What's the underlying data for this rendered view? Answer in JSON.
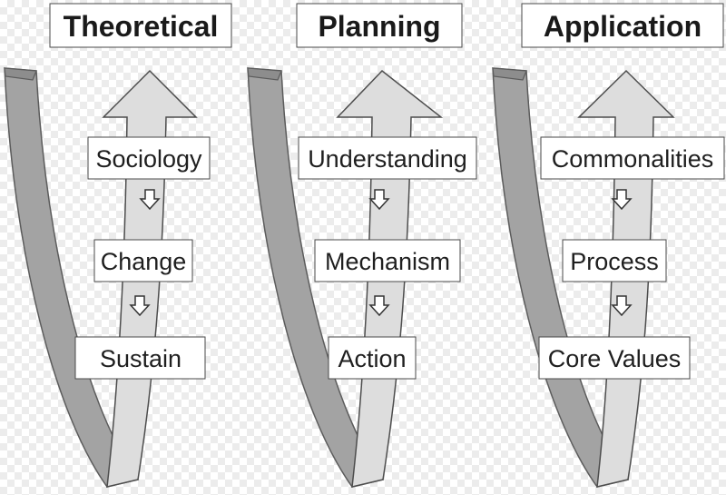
{
  "columns": [
    {
      "header": "Theoretical",
      "steps": [
        "Sociology",
        "Change",
        "Sustain"
      ]
    },
    {
      "header": "Planning",
      "steps": [
        "Understanding",
        "Mechanism",
        "Action"
      ]
    },
    {
      "header": "Application",
      "steps": [
        "Commonalities",
        "Process",
        "Core Values"
      ]
    }
  ],
  "colors": {
    "loop_band": "#a3a3a3",
    "loop_face": "#8d8d8d",
    "up_arrow": "#dddddd",
    "box_fill": "#ffffff",
    "box_border": "#4a4a4a",
    "text": "#1f1f1f"
  }
}
